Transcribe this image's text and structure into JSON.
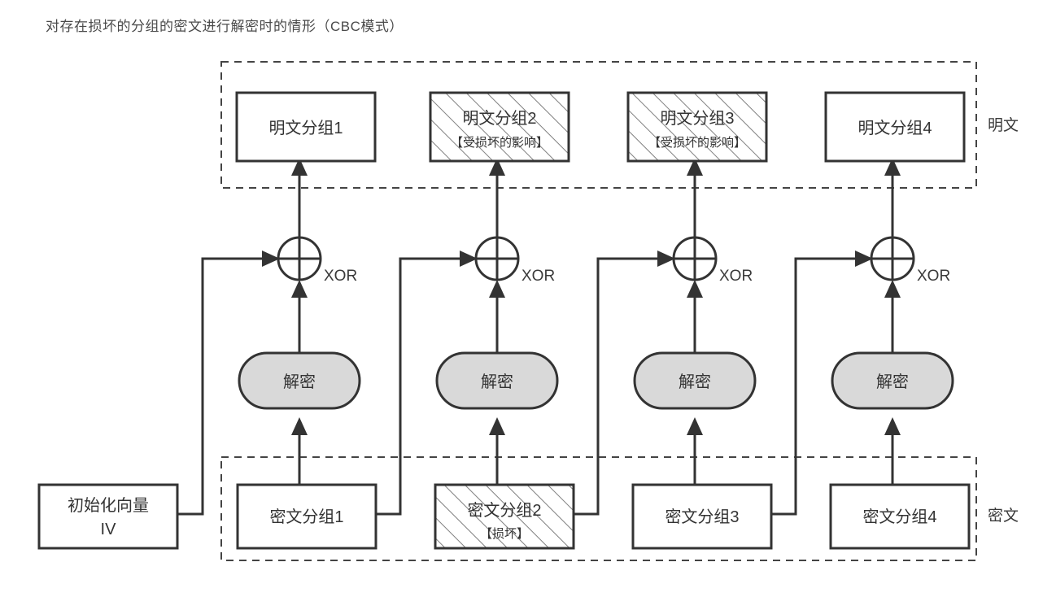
{
  "caption": "对存在损坏的分组的密文进行解密时的情形（CBC模式）",
  "region_labels": {
    "plaintext": "明文",
    "ciphertext": "密文"
  },
  "colors": {
    "stroke": "#333333",
    "oval_fill": "#d9d9d9",
    "hatch": "#777777",
    "dashed_border": "#444444",
    "text": "#333333",
    "background": "#ffffff"
  },
  "plaintext_blocks": [
    {
      "id": "plain-1",
      "label": "明文分组1",
      "note": "",
      "damaged": false
    },
    {
      "id": "plain-2",
      "label": "明文分组2",
      "note": "【受损坏的影响】",
      "damaged": true
    },
    {
      "id": "plain-3",
      "label": "明文分组3",
      "note": "【受损坏的影响】",
      "damaged": true
    },
    {
      "id": "plain-4",
      "label": "明文分组4",
      "note": "",
      "damaged": false
    }
  ],
  "ciphertext_blocks": [
    {
      "id": "cipher-1",
      "label": "密文分组1",
      "note": "",
      "damaged": false
    },
    {
      "id": "cipher-2",
      "label": "密文分组2",
      "note": "【损坏】",
      "damaged": true
    },
    {
      "id": "cipher-3",
      "label": "密文分组3",
      "note": "",
      "damaged": false
    },
    {
      "id": "cipher-4",
      "label": "密文分组4",
      "note": "",
      "damaged": false
    }
  ],
  "iv_block": {
    "label_line1": "初始化向量",
    "label_line2": "IV"
  },
  "decrypt_nodes": [
    {
      "id": "decrypt-1",
      "label": "解密"
    },
    {
      "id": "decrypt-2",
      "label": "解密"
    },
    {
      "id": "decrypt-3",
      "label": "解密"
    },
    {
      "id": "decrypt-4",
      "label": "解密"
    }
  ],
  "xor_nodes": [
    {
      "id": "xor-1",
      "label": "XOR",
      "glyph": "plus-in-circle"
    },
    {
      "id": "xor-2",
      "label": "XOR",
      "glyph": "plus-in-circle"
    },
    {
      "id": "xor-3",
      "label": "XOR",
      "glyph": "plus-in-circle"
    },
    {
      "id": "xor-4",
      "label": "XOR",
      "glyph": "plus-in-circle"
    }
  ]
}
